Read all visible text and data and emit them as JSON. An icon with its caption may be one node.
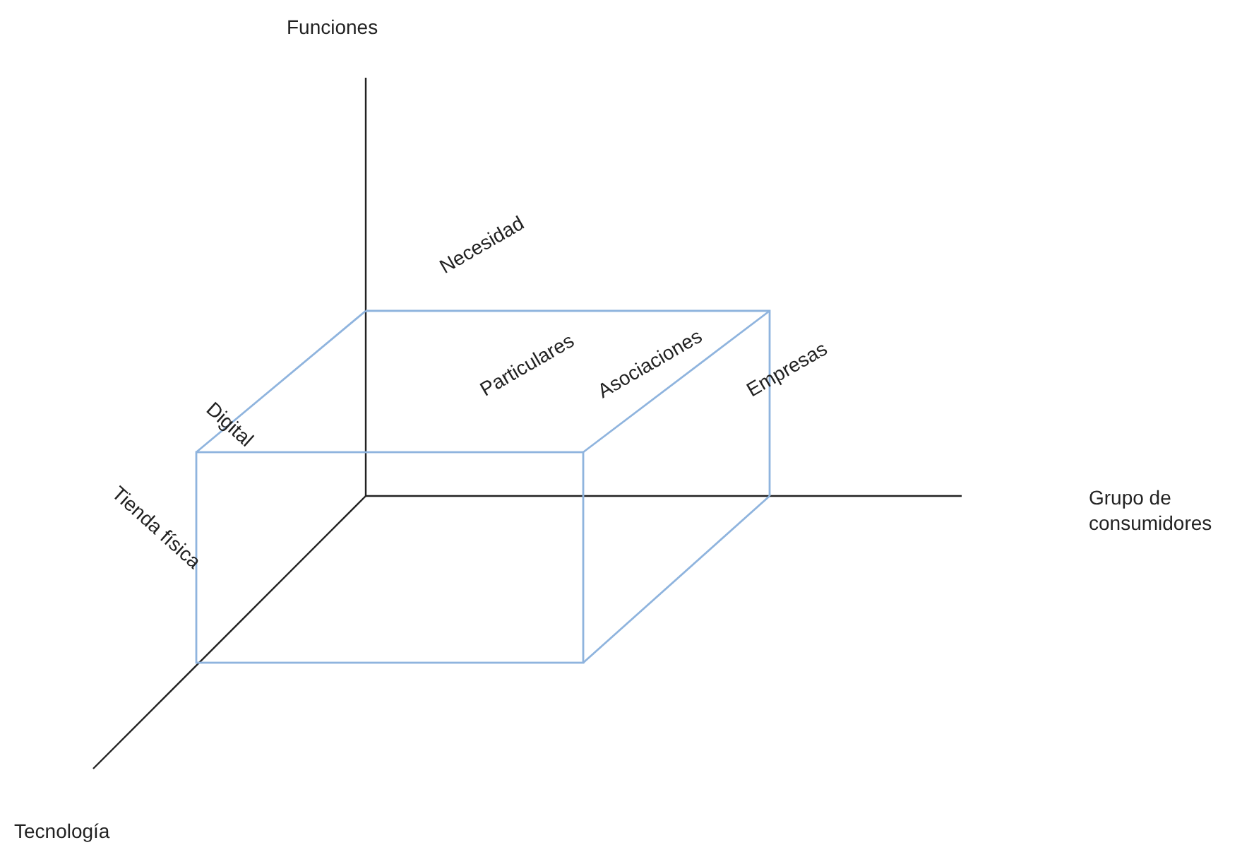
{
  "diagram": {
    "labels": [
      "Funciones",
      "Necesidad",
      "Particulares",
      "Asociaciones",
      "Empresas",
      "Digital",
      "Grupo de consumidores",
      "Tienda física",
      "Tecnología"
    ]
  }
}
